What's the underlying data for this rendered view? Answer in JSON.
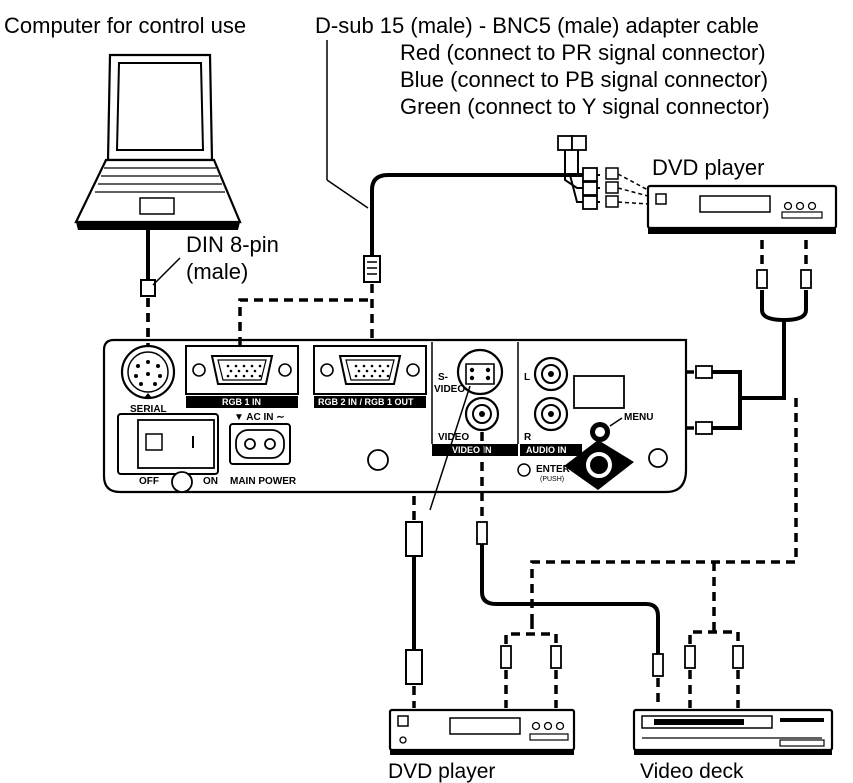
{
  "labels": {
    "computer": "Computer for control use",
    "adapter_cable": "D-sub 15 (male) - BNC5 (male) adapter cable",
    "red": "Red (connect to PR signal connector)",
    "blue": "Blue (connect to PB signal connector)",
    "green": "Green (connect to Y signal connector)",
    "dvd_top": "DVD player",
    "din_line1": "DIN 8-pin",
    "din_line2": "(male)",
    "dvd_bottom": "DVD player",
    "video_deck": "Video deck"
  },
  "panel": {
    "serial": "SERIAL",
    "ac_in": "▼ AC IN ∼",
    "off": "OFF",
    "on": "ON",
    "main_power": "MAIN POWER",
    "rgb1_in": "RGB 1 IN",
    "rgb2_in": "RGB 2 IN / RGB 1 OUT",
    "s_video_1": "S-",
    "s_video_2": "VIDEO",
    "video": "VIDEO",
    "video_in": "VIDEO IN",
    "audio_l": "L",
    "audio_r": "R",
    "audio_in": "AUDIO IN",
    "menu": "MENU",
    "enter": "ENTER",
    "push": "(PUSH)"
  }
}
